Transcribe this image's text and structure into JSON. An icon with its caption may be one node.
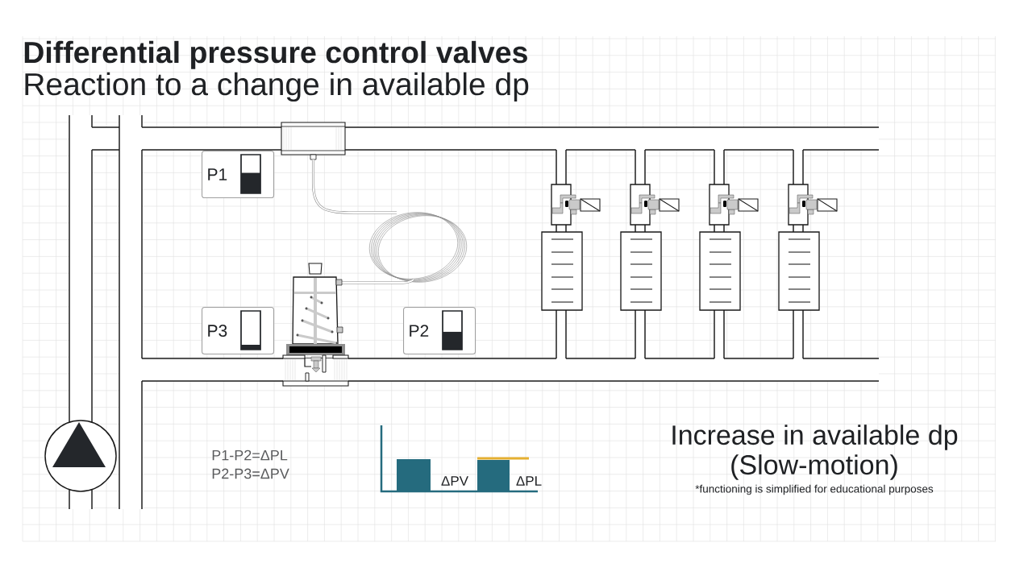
{
  "diagram": {
    "title": "Differential pressure control valves",
    "nodes": [
      {
        "text": [
          "P1"
        ]
      },
      {
        "text": [
          "P3"
        ]
      },
      {
        "text": [
          "P2"
        ]
      }
    ],
    "labels": [
      "Reaction to a change in available dp",
      "P1-P2=ΔPL",
      "P2-P3=ΔPV",
      "ΔPV",
      "ΔPL",
      "Increase in available dp (Slow-motion)",
      "*functioning is simplified for educational purposes"
    ]
  }
}
